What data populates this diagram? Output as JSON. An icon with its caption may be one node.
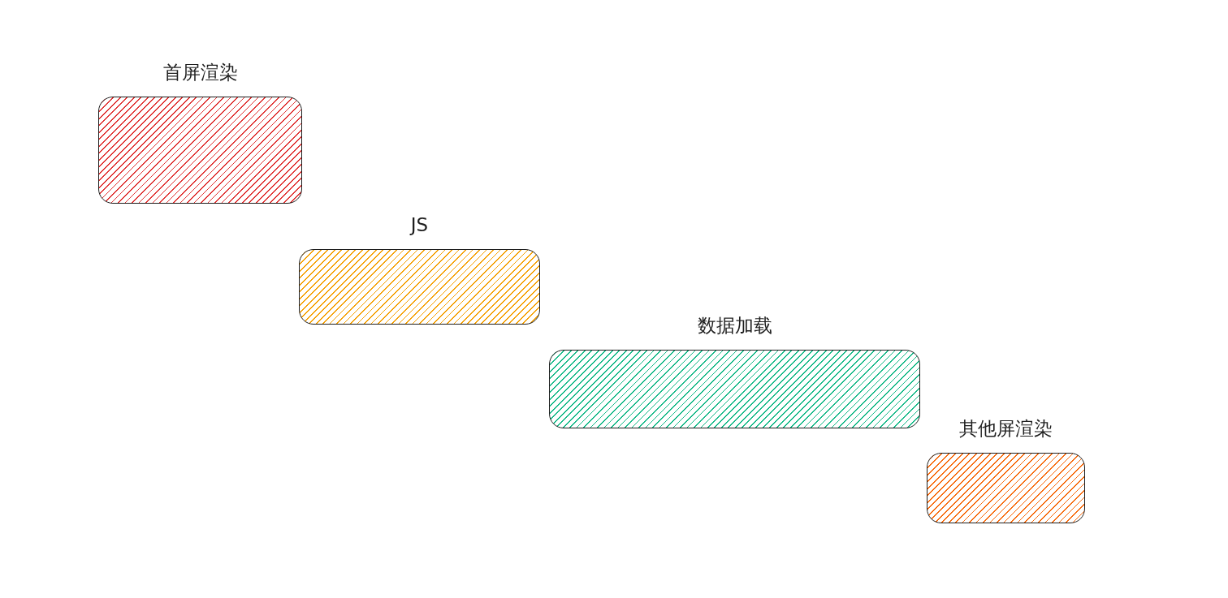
{
  "diagram": {
    "nodes": [
      {
        "text": [
          "首屏渲染"
        ]
      },
      {
        "text": [
          "JS"
        ]
      },
      {
        "text": [
          "数据加载"
        ]
      },
      {
        "text": [
          "其他屏渲染"
        ]
      }
    ]
  }
}
